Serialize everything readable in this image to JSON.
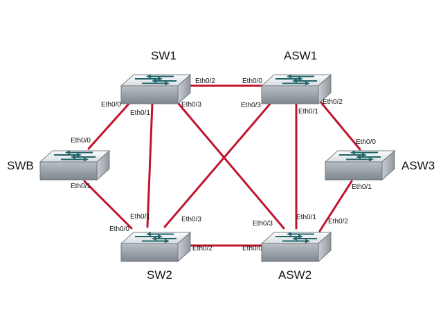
{
  "devices": [
    {
      "id": "SW1",
      "label": "SW1"
    },
    {
      "id": "ASW1",
      "label": "ASW1"
    },
    {
      "id": "SWB",
      "label": "SWB"
    },
    {
      "id": "ASW3",
      "label": "ASW3"
    },
    {
      "id": "SW2",
      "label": "SW2"
    },
    {
      "id": "ASW2",
      "label": "ASW2"
    }
  ],
  "links": [
    {
      "a": "SW1",
      "a_port": "Eth0/2",
      "b": "ASW1",
      "b_port": "Eth0/0"
    },
    {
      "a": "SW1",
      "a_port": "Eth0/0",
      "b": "SWB",
      "b_port": "Eth0/0"
    },
    {
      "a": "SW1",
      "a_port": "Eth0/1",
      "b": "SW2",
      "b_port": "Eth0/1"
    },
    {
      "a": "SW1",
      "a_port": "Eth0/3",
      "b": "ASW2",
      "b_port": "Eth0/3"
    },
    {
      "a": "ASW1",
      "a_port": "Eth0/3",
      "b": "SW2",
      "b_port": "Eth0/3"
    },
    {
      "a": "ASW1",
      "a_port": "Eth0/1",
      "b": "ASW2",
      "b_port": "Eth0/1"
    },
    {
      "a": "ASW1",
      "a_port": "Eth0/2",
      "b": "ASW3",
      "b_port": "Eth0/0"
    },
    {
      "a": "SWB",
      "a_port": "Eth0/1",
      "b": "SW2",
      "b_port": "Eth0/0"
    },
    {
      "a": "SW2",
      "a_port": "Eth0/2",
      "b": "ASW2",
      "b_port": "Eth0/0"
    },
    {
      "a": "ASW2",
      "a_port": "Eth0/2",
      "b": "ASW3",
      "b_port": "Eth0/1"
    }
  ],
  "colors": {
    "link": "#c0142c",
    "switch_top": "#eef0f2",
    "switch_side": "#9aa1a8",
    "switch_arrow": "#1f6468"
  },
  "icon": "network-switch-icon"
}
